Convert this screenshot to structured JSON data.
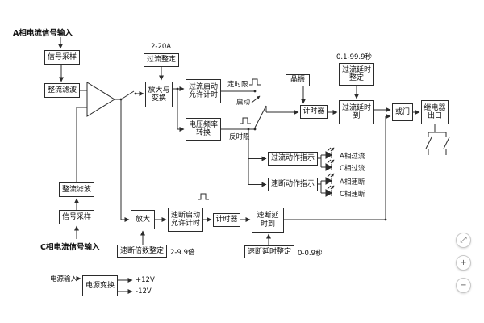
{
  "labels": {
    "input_a": "A相电流信号输入",
    "input_c": "C相电流信号输入",
    "oc_setting_range": "2-20A",
    "definite_time": "定时限",
    "start": "启动",
    "inverse_time": "反时限",
    "oc_delay_range": "0.1-99.9秒",
    "qb_multiple_range": "2-9.9倍",
    "qb_delay_range": "0-0.9秒",
    "power_input": "电源输入",
    "v_plus": "+12V",
    "v_minus": "-12V"
  },
  "boxes": {
    "signal_sample_a": "信号采样",
    "rect_filter_a": "整流滤波",
    "oc_setting": "过流整定",
    "amp_transform": "放大与变换",
    "oc_start_timing": "过流启动允许计时",
    "vf_convert": "电压频率转换",
    "crystal": "晶振",
    "oc_delay_setting": "过流延时整定",
    "timer_oc": "计时器",
    "oc_delay_reached": "过流延时到",
    "or_gate": "或门",
    "relay_outlet": "继电器出口",
    "oc_action_indicator": "过流动作指示",
    "qb_action_indicator": "速断动作指示",
    "rect_filter_c": "整流滤波",
    "signal_sample_c": "信号采样",
    "amplifier": "放大",
    "qb_multiple_setting": "速断倍数整定",
    "qb_start_timing": "速断启动允许计时",
    "timer_qb": "计时器",
    "qb_delay_reached": "速断延时到",
    "qb_delay_setting": "速断延时整定",
    "power_convert": "电源变换"
  },
  "leds": [
    "A相过流",
    "C相过流",
    "A相速断",
    "C相速断"
  ],
  "floating_toolbar": {
    "buttons": [
      {
        "name": "expand",
        "icon": "⤢"
      },
      {
        "name": "zoom-in",
        "icon": "+"
      },
      {
        "name": "zoom-out",
        "icon": "−"
      }
    ]
  }
}
